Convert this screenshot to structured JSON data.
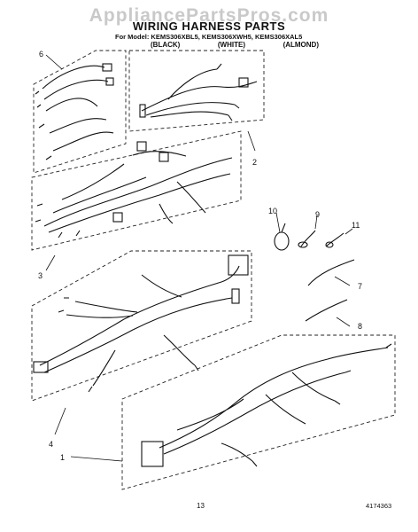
{
  "watermark": "AppliancePartsPros.com",
  "title": "WIRING HARNESS PARTS",
  "model_line": "For Model: KEMS306XBL5, KEMS306XWH5, KEMS306XAL5",
  "variants": [
    "(BLACK)",
    "(WHITE)",
    "(ALMOND)"
  ],
  "callouts": [
    "1",
    "2",
    "3",
    "4",
    "6",
    "7",
    "8",
    "9",
    "10",
    "11"
  ],
  "page_number": "13",
  "document_number": "4174363"
}
